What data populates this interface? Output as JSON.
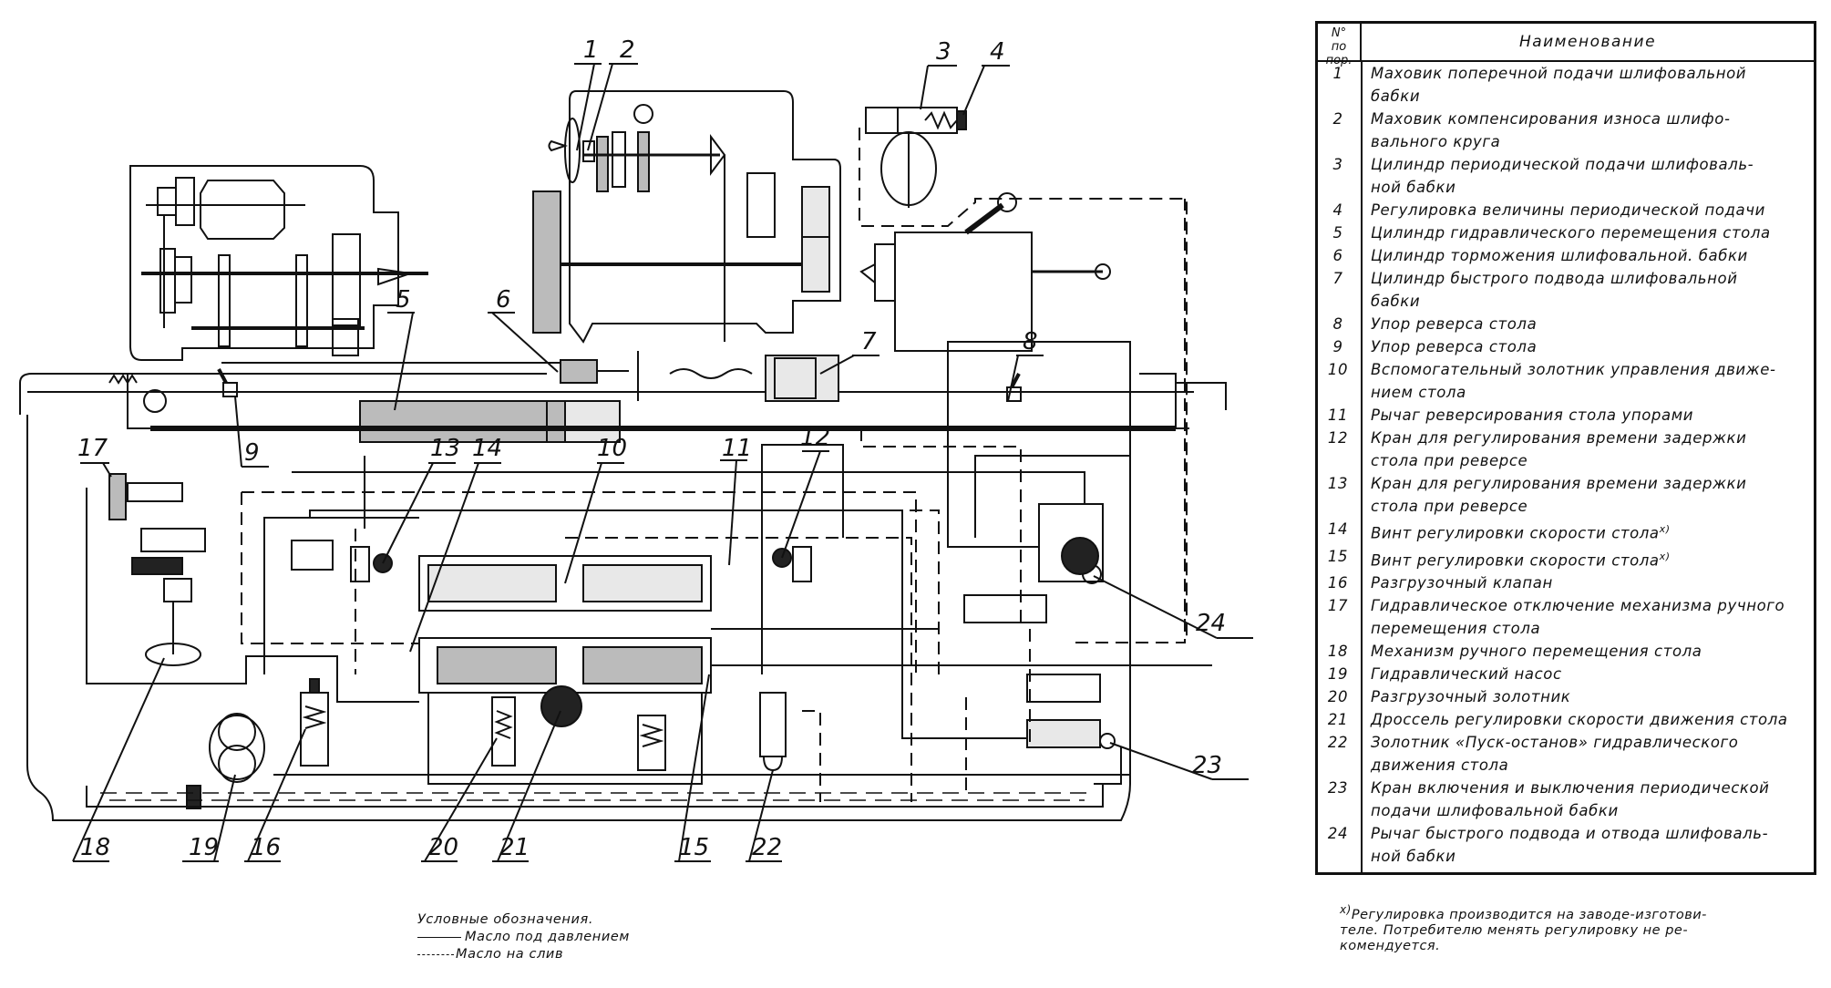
{
  "diagram": {
    "type": "hydraulic-kinematic scheme of cylindrical grinding machine",
    "callouts": [
      "1",
      "2",
      "3",
      "4",
      "5",
      "6",
      "7",
      "8",
      "9",
      "10",
      "11",
      "12",
      "13",
      "14",
      "15",
      "16",
      "17",
      "18",
      "19",
      "20",
      "21",
      "22",
      "23",
      "24"
    ]
  },
  "legend": {
    "title": "Условные обозначения.",
    "items": [
      {
        "style": "solid",
        "label": "Масло под давлением"
      },
      {
        "style": "dashed",
        "label": "Масло на слив"
      }
    ]
  },
  "table": {
    "header_num_line1": "N°",
    "header_num_line2": "по пор.",
    "header_name": "Наименование",
    "rows": [
      {
        "num": "1",
        "name": "Маховик поперечной подачи шлифовальной\nбабки"
      },
      {
        "num": "2",
        "name": "Маховик компенсирования износа шлифо-\nвального круга"
      },
      {
        "num": "3",
        "name": "Цилиндр периодической подачи шлифоваль-\nной бабки"
      },
      {
        "num": "4",
        "name": "Регулировка величины периодической подачи"
      },
      {
        "num": "5",
        "name": "Цилиндр гидравлического перемещения стола"
      },
      {
        "num": "6",
        "name": "Цилиндр торможения шлифовальной. бабки"
      },
      {
        "num": "7",
        "name": "Цилиндр быстрого подвода шлифовальной\nбабки"
      },
      {
        "num": "8",
        "name": "Упор реверса стола"
      },
      {
        "num": "9",
        "name": "Упор реверса стола"
      },
      {
        "num": "10",
        "name": "Вспомогательный золотник управления движе-\nнием стола"
      },
      {
        "num": "11",
        "name": "Рычаг реверсирования стола упорами"
      },
      {
        "num": "12",
        "name": "Кран для регулирования времени задержки\nстола при реверсе"
      },
      {
        "num": "13",
        "name": "Кран для регулирования времени задержки\nстола при реверсе"
      },
      {
        "num": "14",
        "name": "Винт регулировки скорости стола",
        "mark": "х)"
      },
      {
        "num": "15",
        "name": "Винт регулировки скорости стола",
        "mark": "х)"
      },
      {
        "num": "16",
        "name": "Разгрузочный клапан"
      },
      {
        "num": "17",
        "name": "Гидравлическое отключение механизма ручного\nперемещения стола"
      },
      {
        "num": "18",
        "name": "Механизм ручного перемещения стола"
      },
      {
        "num": "19",
        "name": "Гидравлический насос"
      },
      {
        "num": "20",
        "name": "Разгрузочный золотник"
      },
      {
        "num": "21",
        "name": "Дроссель регулировки скорости движения стола"
      },
      {
        "num": "22",
        "name": "Золотник «Пуск-останов» гидравлического\nдвижения стола"
      },
      {
        "num": "23",
        "name": "Кран включения и выключения периодической\nподачи шлифовальной бабки"
      },
      {
        "num": "24",
        "name": "Рычаг быстрого подвода и отвода шлифоваль-\nной бабки"
      }
    ]
  },
  "footnote": {
    "mark": "х)",
    "text": "Регулировка производится на заводе-изготови-\nтеле. Потребителю менять регулировку не ре-\nкомендуется."
  }
}
